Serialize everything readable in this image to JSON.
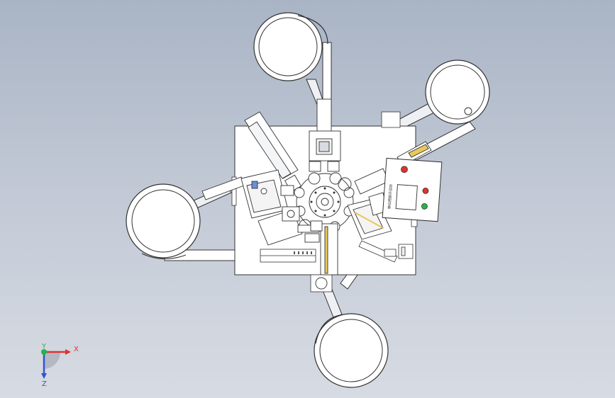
{
  "axes": {
    "x_label": "X",
    "y_label": "Y",
    "z_label": "Z",
    "x_color": "#e0322f",
    "y_color": "#23b44a",
    "z_color": "#2f56d4"
  },
  "colors": {
    "background_top": "#a9b4c5",
    "background_bottom": "#d7dbe3",
    "part_fill": "#ffffff",
    "part_stroke": "#333333",
    "shadow": "#8f98a7",
    "button_red": "#e0322f",
    "button_green": "#2fb04a",
    "accent_blue": "#6b8fd8",
    "accent_yellow": "#e8c95a"
  },
  "control_panel": {
    "label": "自动化装配设备",
    "buttons": [
      "red",
      "red",
      "green"
    ]
  },
  "components": {
    "vibratory_bowls": [
      "top",
      "right",
      "left",
      "bottom"
    ],
    "rotary_table": "center",
    "base_plate": "frame"
  }
}
